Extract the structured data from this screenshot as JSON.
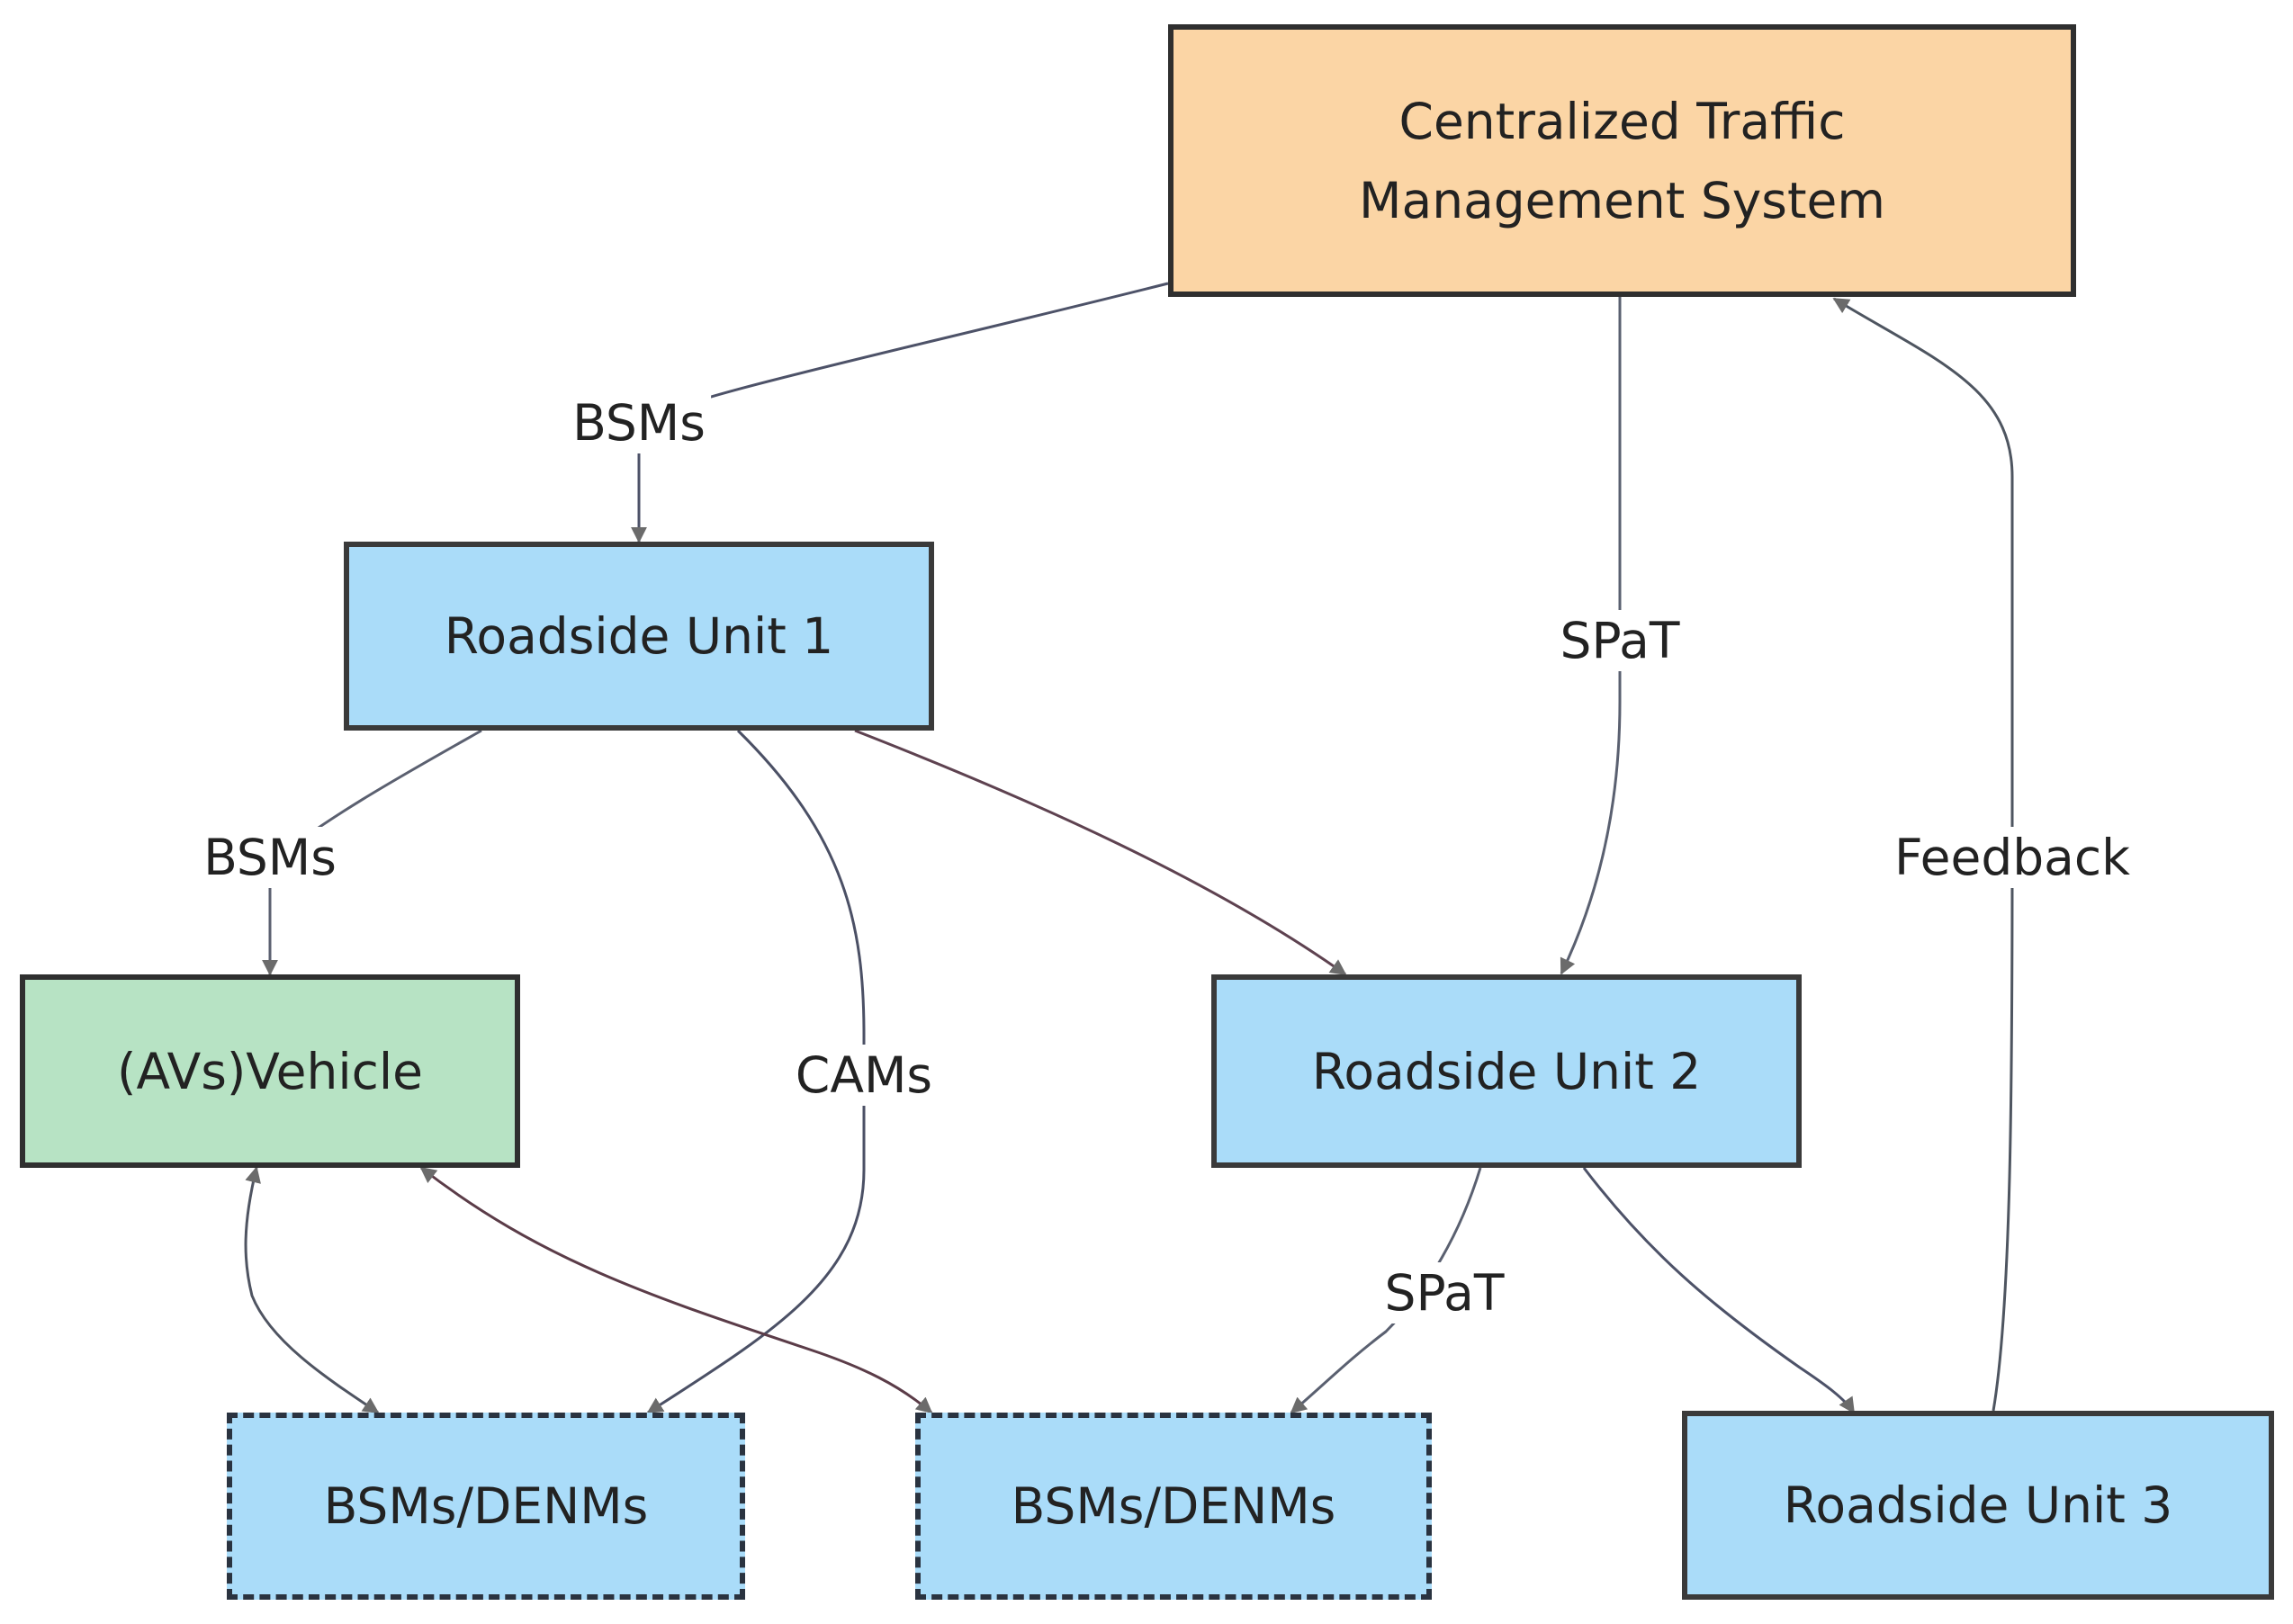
{
  "nodes": {
    "ctms": "Centralized Traffic\nManagement System",
    "rsu1": "Roadside Unit 1",
    "rsu2": "Roadside Unit 2",
    "rsu3": "Roadside Unit 3",
    "vehicle": "(AVs)Vehicle",
    "msg1": "BSMs/DENMs",
    "msg2": "BSMs/DENMs"
  },
  "edges": {
    "ctms_rsu1": "BSMs",
    "ctms_rsu2": "SPaT",
    "rsu3_ctms": "Feedback",
    "rsu1_vehicle": "BSMs",
    "rsu1_msg1": "CAMs",
    "rsu2_msg2": "SPaT"
  }
}
